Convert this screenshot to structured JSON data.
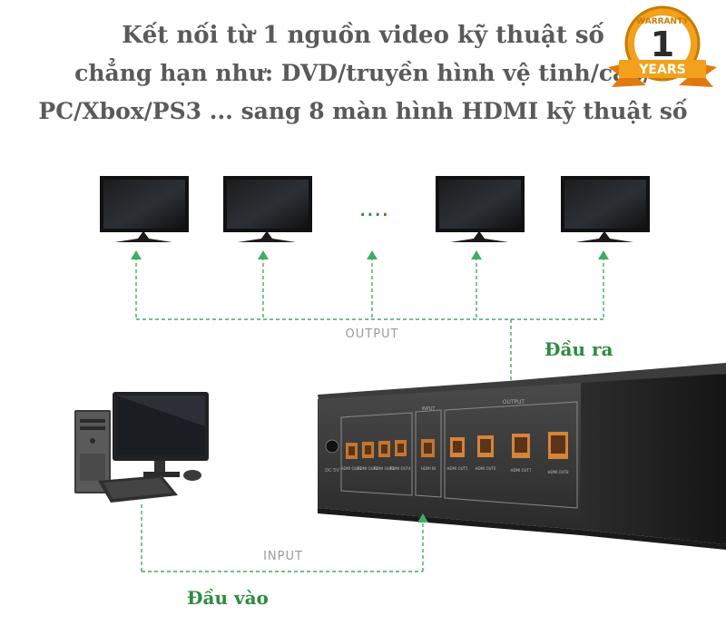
{
  "heading": {
    "line1": "Kết nối từ 1 nguồn video kỹ thuật số",
    "line2": "chẳng hạn như: DVD/truyền hình vệ tinh/cáp/",
    "line3": "PC/Xbox/PS3 ... sang 8 màn hình HDMI kỹ thuật số"
  },
  "warranty": {
    "top_text": "WARRANTY",
    "number": "1",
    "unit": "YEARS"
  },
  "diagram": {
    "ellipsis": "....",
    "output_label": "OUTPUT",
    "input_label": "INPUT",
    "output_vn": "Đầu ra",
    "input_vn": "Đầu vào"
  },
  "device": {
    "output_section_label": "OUTPUT",
    "input_section_label": "INPUT",
    "port_labels": [
      "HDMI OUT1",
      "HDMI OUT2",
      "HDMI OUT3",
      "HDMI OUT4",
      "HDMI IN",
      "HDMI OUT5",
      "HDMI OUT6",
      "HDMI OUT7",
      "HDMI OUT8"
    ],
    "power_label": "DC 5V"
  },
  "colors": {
    "heading": "#5a5a5a",
    "dashed_line": "#3fae62",
    "label_green": "#2e8b3e",
    "badge_gold": "#f2a11c",
    "device_body": "#3a3a3a",
    "port_orange": "#d5843a"
  }
}
